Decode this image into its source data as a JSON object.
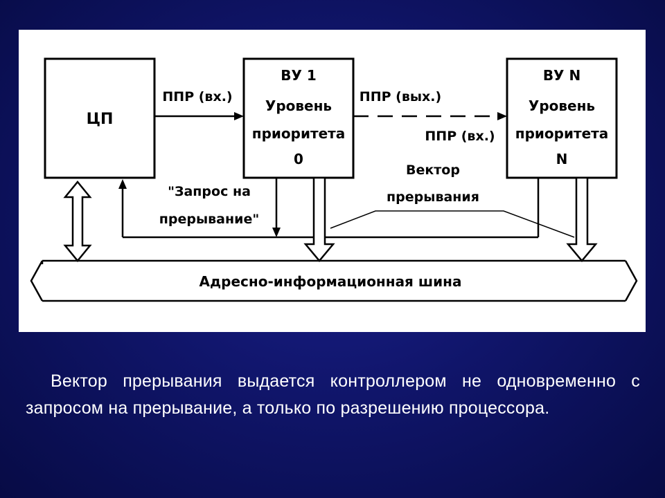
{
  "colors": {
    "background": "#10156a",
    "panel": "#ffffff",
    "ink": "#000000",
    "caption_text": "#ffffff"
  },
  "diagram": {
    "cpu_label": "ЦП",
    "device1": {
      "title": "ВУ 1",
      "line2": "Уровень",
      "line3": "приоритета",
      "line4": "0"
    },
    "deviceN": {
      "title": "ВУ N",
      "line2": "Уровень",
      "line3": "приоритета",
      "line4": "N"
    },
    "ppr_in_1": "ППР (вх.)",
    "ppr_out": "ППР (вых.)",
    "ppr_in_2": "ППР (вх.)",
    "request_line1": "\"Запрос на",
    "request_line2": "прерывание\"",
    "vector_line1": "Вектор",
    "vector_line2": "прерывания",
    "bus_label": "Адресно-информационная шина"
  },
  "caption": {
    "text": "Вектор прерывания выдается контроллером не одновременно с запросом на прерывание, а только по разрешению процессора."
  }
}
